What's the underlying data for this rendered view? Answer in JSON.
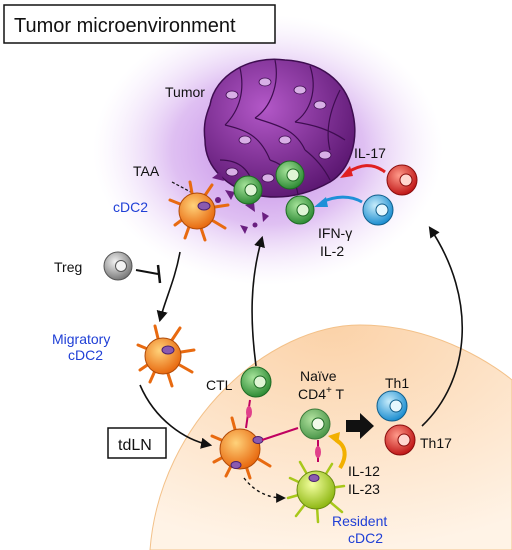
{
  "title": "Tumor microenvironment",
  "labels": {
    "tumor": "Tumor",
    "taa": "TAA",
    "cdc2": "cDC2",
    "il17": "IL-17",
    "ifn": "IFN-γ",
    "il2": "IL-2",
    "treg": "Treg",
    "migratory_line1": "Migratory",
    "migratory_line2": "cDC2",
    "ctl": "CTL",
    "naive_line1": "Naïve",
    "naive_line2": "CD4",
    "naive_sup": "+",
    "naive_t": " T",
    "th1": "Th1",
    "th17": "Th17",
    "tdln": "tdLN",
    "il12": "IL-12",
    "il23": "IL-23",
    "resident_line1": "Resident",
    "resident_line2": "cDC2"
  },
  "colors": {
    "blue_label": "#1f3fd6",
    "tumor": "#7a2a8e",
    "tumor_glow": "#c58ce8",
    "lymph_node": "#fbd8b2",
    "dc_orange": "#f28a1e",
    "ctl_green": "#4ab04a",
    "th1_blue": "#3fb6e8",
    "th17_red": "#e03030",
    "resident_yellow": "#c8e030",
    "treg_gray": "#9a9a9a"
  }
}
